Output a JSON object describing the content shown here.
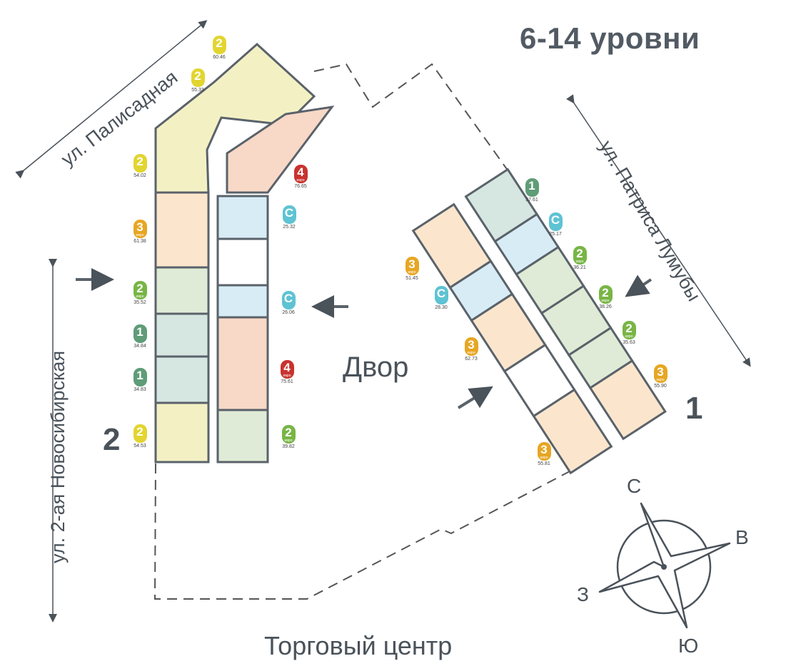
{
  "title": "6-14 уровни",
  "streets": {
    "top_left": "ул. Палисадная",
    "right": "ул. Патриса Лумубы",
    "left": "ул. 2-ая Новосибирская",
    "bottom": "Торговый центр"
  },
  "yard_label": "Двор",
  "buildings": {
    "b1": "1",
    "b2": "2"
  },
  "compass": {
    "north": "С",
    "east": "В",
    "west": "З",
    "south": "Ю"
  },
  "colors": {
    "yellow": "#e2d530",
    "orange": "#e7a623",
    "red": "#c8332f",
    "teal": "#5ec3d3",
    "green": "#78b545",
    "darkgreen": "#5f9c77"
  },
  "units": [
    {
      "rooms": "2",
      "area": "60.46",
      "euro": "",
      "color": "yellow"
    },
    {
      "rooms": "2",
      "area": "55.33",
      "euro": "",
      "color": "yellow"
    },
    {
      "rooms": "2",
      "area": "54.02",
      "euro": "",
      "color": "yellow"
    },
    {
      "rooms": "4",
      "area": "76.65",
      "euro": "евро",
      "color": "red"
    },
    {
      "rooms": "С",
      "area": "25.32",
      "euro": "",
      "color": "teal"
    },
    {
      "rooms": "3",
      "area": "61.38",
      "euro": "евро",
      "color": "orange"
    },
    {
      "rooms": "2",
      "area": "35.52",
      "euro": "евро",
      "color": "green"
    },
    {
      "rooms": "С",
      "area": "26.06",
      "euro": "",
      "color": "teal"
    },
    {
      "rooms": "1",
      "area": "34.84",
      "euro": "",
      "color": "darkgreen"
    },
    {
      "rooms": "1",
      "area": "34.83",
      "euro": "",
      "color": "darkgreen"
    },
    {
      "rooms": "4",
      "area": "75.61",
      "euro": "евро",
      "color": "red"
    },
    {
      "rooms": "2",
      "area": "54.53",
      "euro": "",
      "color": "yellow"
    },
    {
      "rooms": "2",
      "area": "39.82",
      "euro": "евро",
      "color": "green"
    },
    {
      "rooms": "1",
      "area": "37.61",
      "euro": "",
      "color": "darkgreen"
    },
    {
      "rooms": "С",
      "area": "25.17",
      "euro": "",
      "color": "teal"
    },
    {
      "rooms": "2",
      "area": "36.21",
      "euro": "евро",
      "color": "green"
    },
    {
      "rooms": "3",
      "area": "51.45",
      "euro": "евро",
      "color": "orange"
    },
    {
      "rooms": "2",
      "area": "38.26",
      "euro": "евро",
      "color": "green"
    },
    {
      "rooms": "С",
      "area": "28.30",
      "euro": "",
      "color": "teal"
    },
    {
      "rooms": "2",
      "area": "35.63",
      "euro": "евро",
      "color": "green"
    },
    {
      "rooms": "3",
      "area": "62.73",
      "euro": "евро",
      "color": "orange"
    },
    {
      "rooms": "3",
      "area": "55.90",
      "euro": "евро",
      "color": "orange"
    },
    {
      "rooms": "3",
      "area": "55.81",
      "euro": "евро",
      "color": "orange"
    }
  ]
}
